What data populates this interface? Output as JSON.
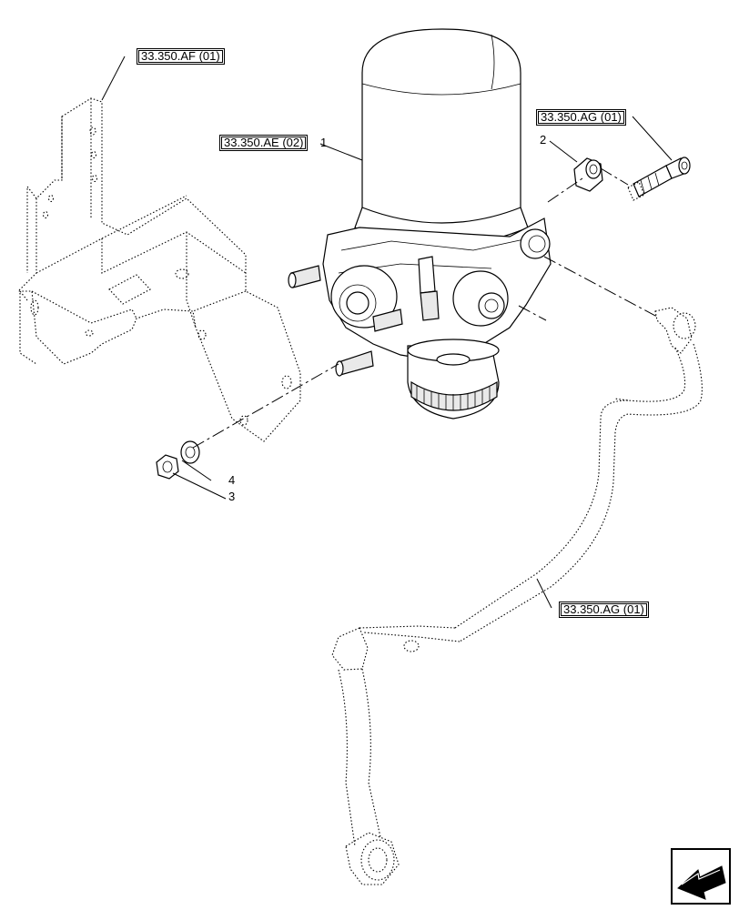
{
  "references": {
    "bracket": "33.350.AF (01)",
    "air_dryer": "33.350.AE (02)",
    "fitting": "33.350.AG (01)",
    "pipe": "33.350.AG (01)"
  },
  "callouts": {
    "item_1": "1",
    "item_2": "2",
    "item_3": "3",
    "item_4": "4"
  },
  "icons": {
    "navigation": "arrow-down-left-icon"
  }
}
